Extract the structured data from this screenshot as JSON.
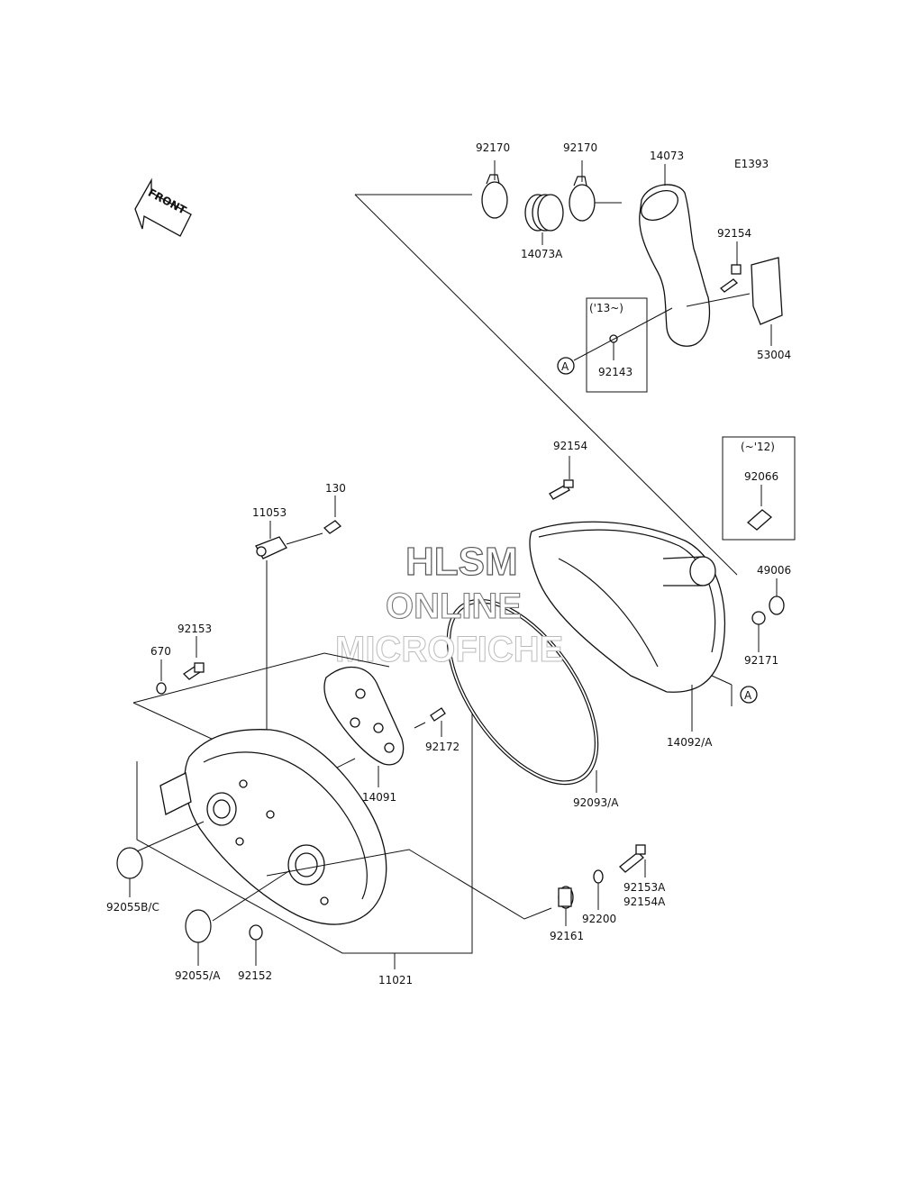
{
  "diagram": {
    "code": "E1393",
    "front_label": "FRONT",
    "circle_ref": "A",
    "variant_box_1": {
      "header": "('13~)",
      "part": "92143"
    },
    "variant_box_2": {
      "header": "(~'12)",
      "part": "92066"
    }
  },
  "watermark": {
    "line1": "HLSM",
    "line2": "ONLINE",
    "line3": "MICROFICHE"
  },
  "callouts": {
    "c92170a": "92170",
    "c92170b": "92170",
    "c14073": "14073",
    "c14073A": "14073A",
    "c92154a": "92154",
    "c53004": "53004",
    "c92154b": "92154",
    "c130": "130",
    "c11053": "11053",
    "c49006": "49006",
    "c92153": "92153",
    "c670": "670",
    "c92171": "92171",
    "c92172": "92172",
    "c14092A": "14092/A",
    "c14091": "14091",
    "c92093A": "92093/A",
    "c92153A": "92153A",
    "c92154A": "92154A",
    "c92200": "92200",
    "c92161": "92161",
    "c92055BC": "92055B/C",
    "c92055A": "92055/A",
    "c92152": "92152",
    "c11021": "11021"
  }
}
